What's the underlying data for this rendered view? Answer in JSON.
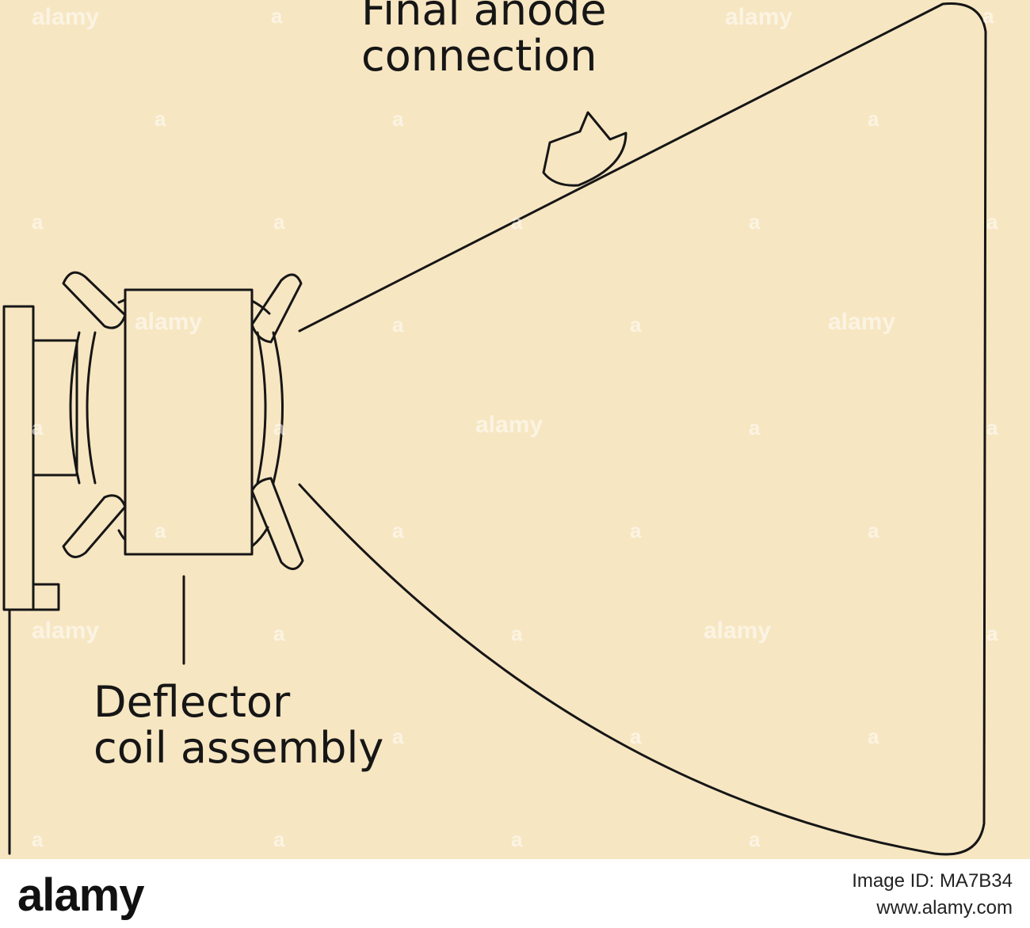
{
  "labels": {
    "final_anode_line1": "Final anode",
    "final_anode_line2": "connection",
    "deflector_line1": "Deflector",
    "deflector_line2": "coil assembly"
  },
  "watermark": {
    "word": "alamy",
    "letter": "a"
  },
  "footer": {
    "logo": "alamy",
    "image_id": "Image ID: MA7B34",
    "url": "www.alamy.com"
  },
  "colors": {
    "paper": "#f7e6c2",
    "ink": "#161616",
    "footer_bg": "#ffffff"
  }
}
